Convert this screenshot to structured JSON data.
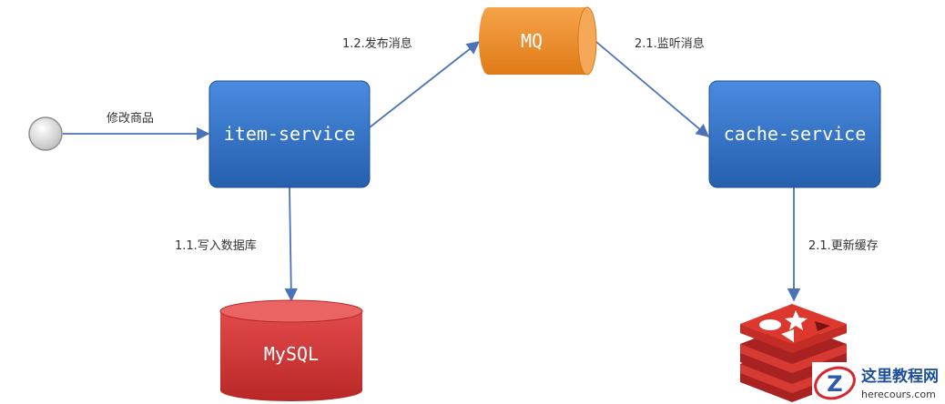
{
  "nodes": {
    "item_service": "item-service",
    "cache_service": "cache-service",
    "mq": "MQ",
    "mysql": "MySQL"
  },
  "edges": {
    "modify_product": "修改商品",
    "write_db": "1.1.写入数据库",
    "publish_msg": "1.2.发布消息",
    "listen_msg": "2.1.监听消息",
    "update_cache": "2.1.更新缓存"
  },
  "watermark": {
    "title": "这里教程网",
    "url": "herecours.com"
  },
  "colors": {
    "service_blue": "#2f6fbf",
    "mq_orange": "#ef8d2b",
    "mysql_red": "#d23a3a",
    "arrow": "#4a73b7"
  }
}
